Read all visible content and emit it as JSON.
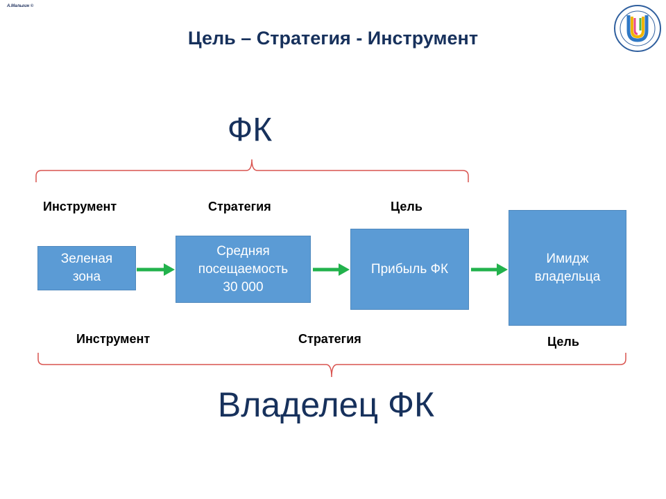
{
  "author": "А.Мальгин ©",
  "title": "Цель – Стратегия - Инструмент",
  "top_group_label": "ФК",
  "bottom_group_label": "Владелец ФК",
  "top_roles": {
    "instrument": "Инструмент",
    "strategy": "Стратегия",
    "goal": "Цель"
  },
  "bottom_roles": {
    "instrument": "Инструмент",
    "strategy": "Стратегия",
    "goal": "Цель"
  },
  "boxes": {
    "green_zone": [
      "Зеленая",
      "зона"
    ],
    "attendance": [
      "Средняя",
      "посещаемость",
      "30 000"
    ],
    "profit": [
      "Прибыль ФК"
    ],
    "owner_image": [
      "Имидж",
      "владельца"
    ]
  },
  "colors": {
    "title": "#17315c",
    "box_fill": "#5b9bd5",
    "arrow": "#22b24c",
    "brace": "#d9534f"
  },
  "logo_icon": "university-emblem-icon"
}
